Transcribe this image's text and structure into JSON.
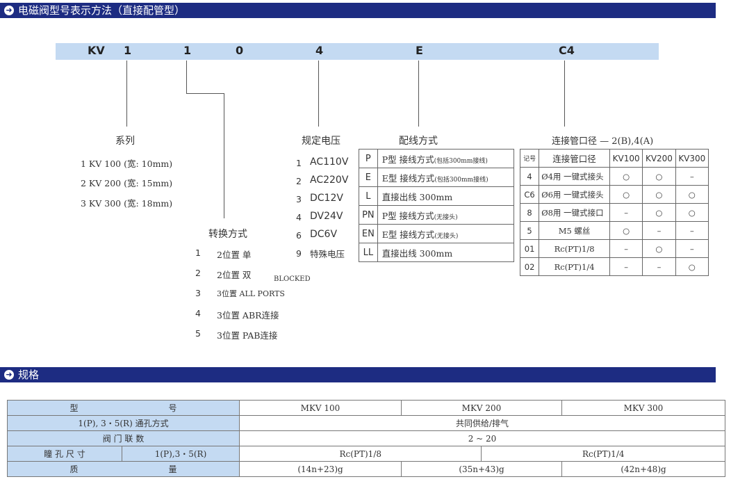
{
  "section1": {
    "title": "电磁阀型号表示方法（直接配管型）"
  },
  "code": [
    "KV",
    "1",
    "1",
    "0",
    "4",
    "E",
    "C4"
  ],
  "series": {
    "title": "系列",
    "items": [
      "1  KV  100  (宽:  10mm)",
      "2  KV  200  (宽:  15mm)",
      "3  KV  300  (宽:  18mm)"
    ]
  },
  "switch": {
    "title": "转换方式",
    "items": [
      {
        "n": "1",
        "t": "2位置  单"
      },
      {
        "n": "2",
        "t": "2位置  双"
      },
      {
        "n": "3",
        "t": "3位置 ALL PORTS"
      },
      {
        "n": "4",
        "t": "3位置  ABR连接"
      },
      {
        "n": "5",
        "t": "3位置  PAB连接"
      }
    ],
    "blocked": "BLOCKED"
  },
  "voltage": {
    "title": "规定电压",
    "items": [
      {
        "n": "1",
        "t": "AC110V"
      },
      {
        "n": "2",
        "t": "AC220V"
      },
      {
        "n": "3",
        "t": "DC12V"
      },
      {
        "n": "4",
        "t": "DV24V"
      },
      {
        "n": "6",
        "t": "DC6V"
      },
      {
        "n": "9",
        "t": "特殊电压"
      }
    ]
  },
  "wiring": {
    "title": "配线方式",
    "rows": [
      {
        "k": "P",
        "t": "P型   接线方式",
        "s": "(包括300mm接线)"
      },
      {
        "k": "E",
        "t": "E型   接线方式",
        "s": "(包括300mm接线)"
      },
      {
        "k": "L",
        "t": "直接出线 300mm",
        "s": ""
      },
      {
        "k": "PN",
        "t": "P型   接线方式",
        "s": "(无接头)"
      },
      {
        "k": "EN",
        "t": "E型   接线方式",
        "s": "(无接头)"
      },
      {
        "k": "LL",
        "t": "直接出线 300mm",
        "s": ""
      }
    ]
  },
  "port": {
    "title": "连接管口径 — 2(B),4(A)",
    "headers": [
      "记号",
      "连接管口径",
      "KV100",
      "KV200",
      "KV300"
    ],
    "rows": [
      {
        "k": "4",
        "t": "Ø4用   一键式接头",
        "v": [
          "○",
          "○",
          "–"
        ]
      },
      {
        "k": "C6",
        "t": "Ø6用   一键式接头",
        "v": [
          "○",
          "○",
          "○"
        ]
      },
      {
        "k": "8",
        "t": "Ø8用   一键式接口",
        "v": [
          "–",
          "○",
          "○"
        ]
      },
      {
        "k": "5",
        "t": "M5  螺丝",
        "v": [
          "○",
          "–",
          "–"
        ]
      },
      {
        "k": "01",
        "t": "Rc(PT)1/8",
        "v": [
          "–",
          "○",
          "–"
        ]
      },
      {
        "k": "02",
        "t": "Rc(PT)1/4",
        "v": [
          "–",
          "–",
          "○"
        ]
      }
    ]
  },
  "section2": {
    "title": "规格"
  },
  "spec": {
    "h1": "型",
    "h2": "号",
    "m100": "MKV  100",
    "m200": "MKV  200",
    "m300": "MKV  300",
    "r1a": "1(P),  3・5(R)  通孔方式",
    "r1b": "共同供给/排气",
    "r2a": "阀   门   联   数",
    "r2b": "2  ~  20",
    "r3a": "瞳 孔 尺 寸",
    "r3b": "1(P),3・5(R)",
    "r3c": "Rc(PT)1/8",
    "r3d": "Rc(PT)1/4",
    "r4a": "质",
    "r4b": "量",
    "r4c": "(14n+23)g",
    "r4d": "(35n+43)g",
    "r4e": "(42n+48)g"
  }
}
